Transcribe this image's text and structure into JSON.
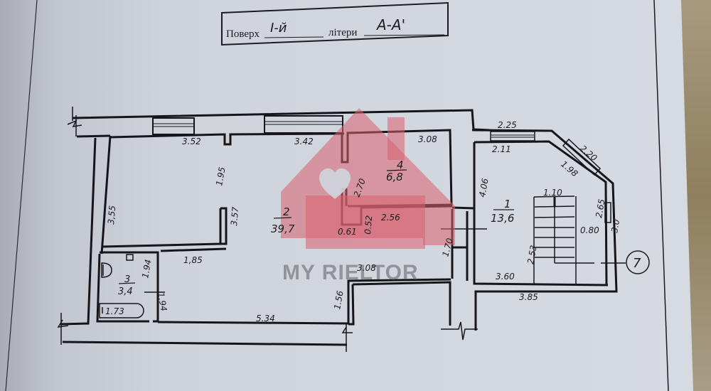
{
  "header": {
    "floor_label": "Поверх",
    "floor_value": "І-й",
    "letters_label": "літери",
    "letters_value": "А-А'"
  },
  "rooms": [
    {
      "number": "1",
      "area": "13,6",
      "name": "room-1-stair-hall"
    },
    {
      "number": "2",
      "area": "39,7",
      "name": "room-2-main"
    },
    {
      "number": "3",
      "area": "3,4",
      "name": "room-3-bathroom"
    },
    {
      "number": "4",
      "area": "6,8",
      "name": "room-4"
    }
  ],
  "dimensions": {
    "d_3_52": "3.52",
    "d_3_42": "3.42",
    "d_3_08_top": "3.08",
    "d_1_95": "1.95",
    "d_3_55": "3,55",
    "d_3_57": "3.57",
    "d_2_70": "2.70",
    "d_0_61": "0.61",
    "d_0_52": "0.52",
    "d_2_56": "2.56",
    "d_1_85": "1,85",
    "d_1_94_a": "1.94",
    "d_1_94_b": "1.94",
    "d_1_73": "1.73",
    "d_5_34": "5.34",
    "d_1_56": "1.56",
    "d_3_08_mid": "3.08",
    "d_1_70": "1.70",
    "d_2_25": "2.25",
    "d_2_11": "2.11",
    "d_2_20": "2.20",
    "d_1_98": "1.98",
    "d_4_06": "4.06",
    "d_1_10": "1.10",
    "d_2_65": "2.65",
    "d_3_0": "3.0",
    "d_0_80": "0.80",
    "d_2_53": "2.53",
    "d_3_60": "3.60",
    "d_3_85": "3.85"
  },
  "marker": {
    "number": "7"
  },
  "watermark": {
    "text": "MY RIELTOR",
    "house_color": "#d8606e",
    "text_color": "#6a6c70"
  },
  "colors": {
    "paper": "#cfd4dc",
    "ink": "#1c1c20"
  }
}
